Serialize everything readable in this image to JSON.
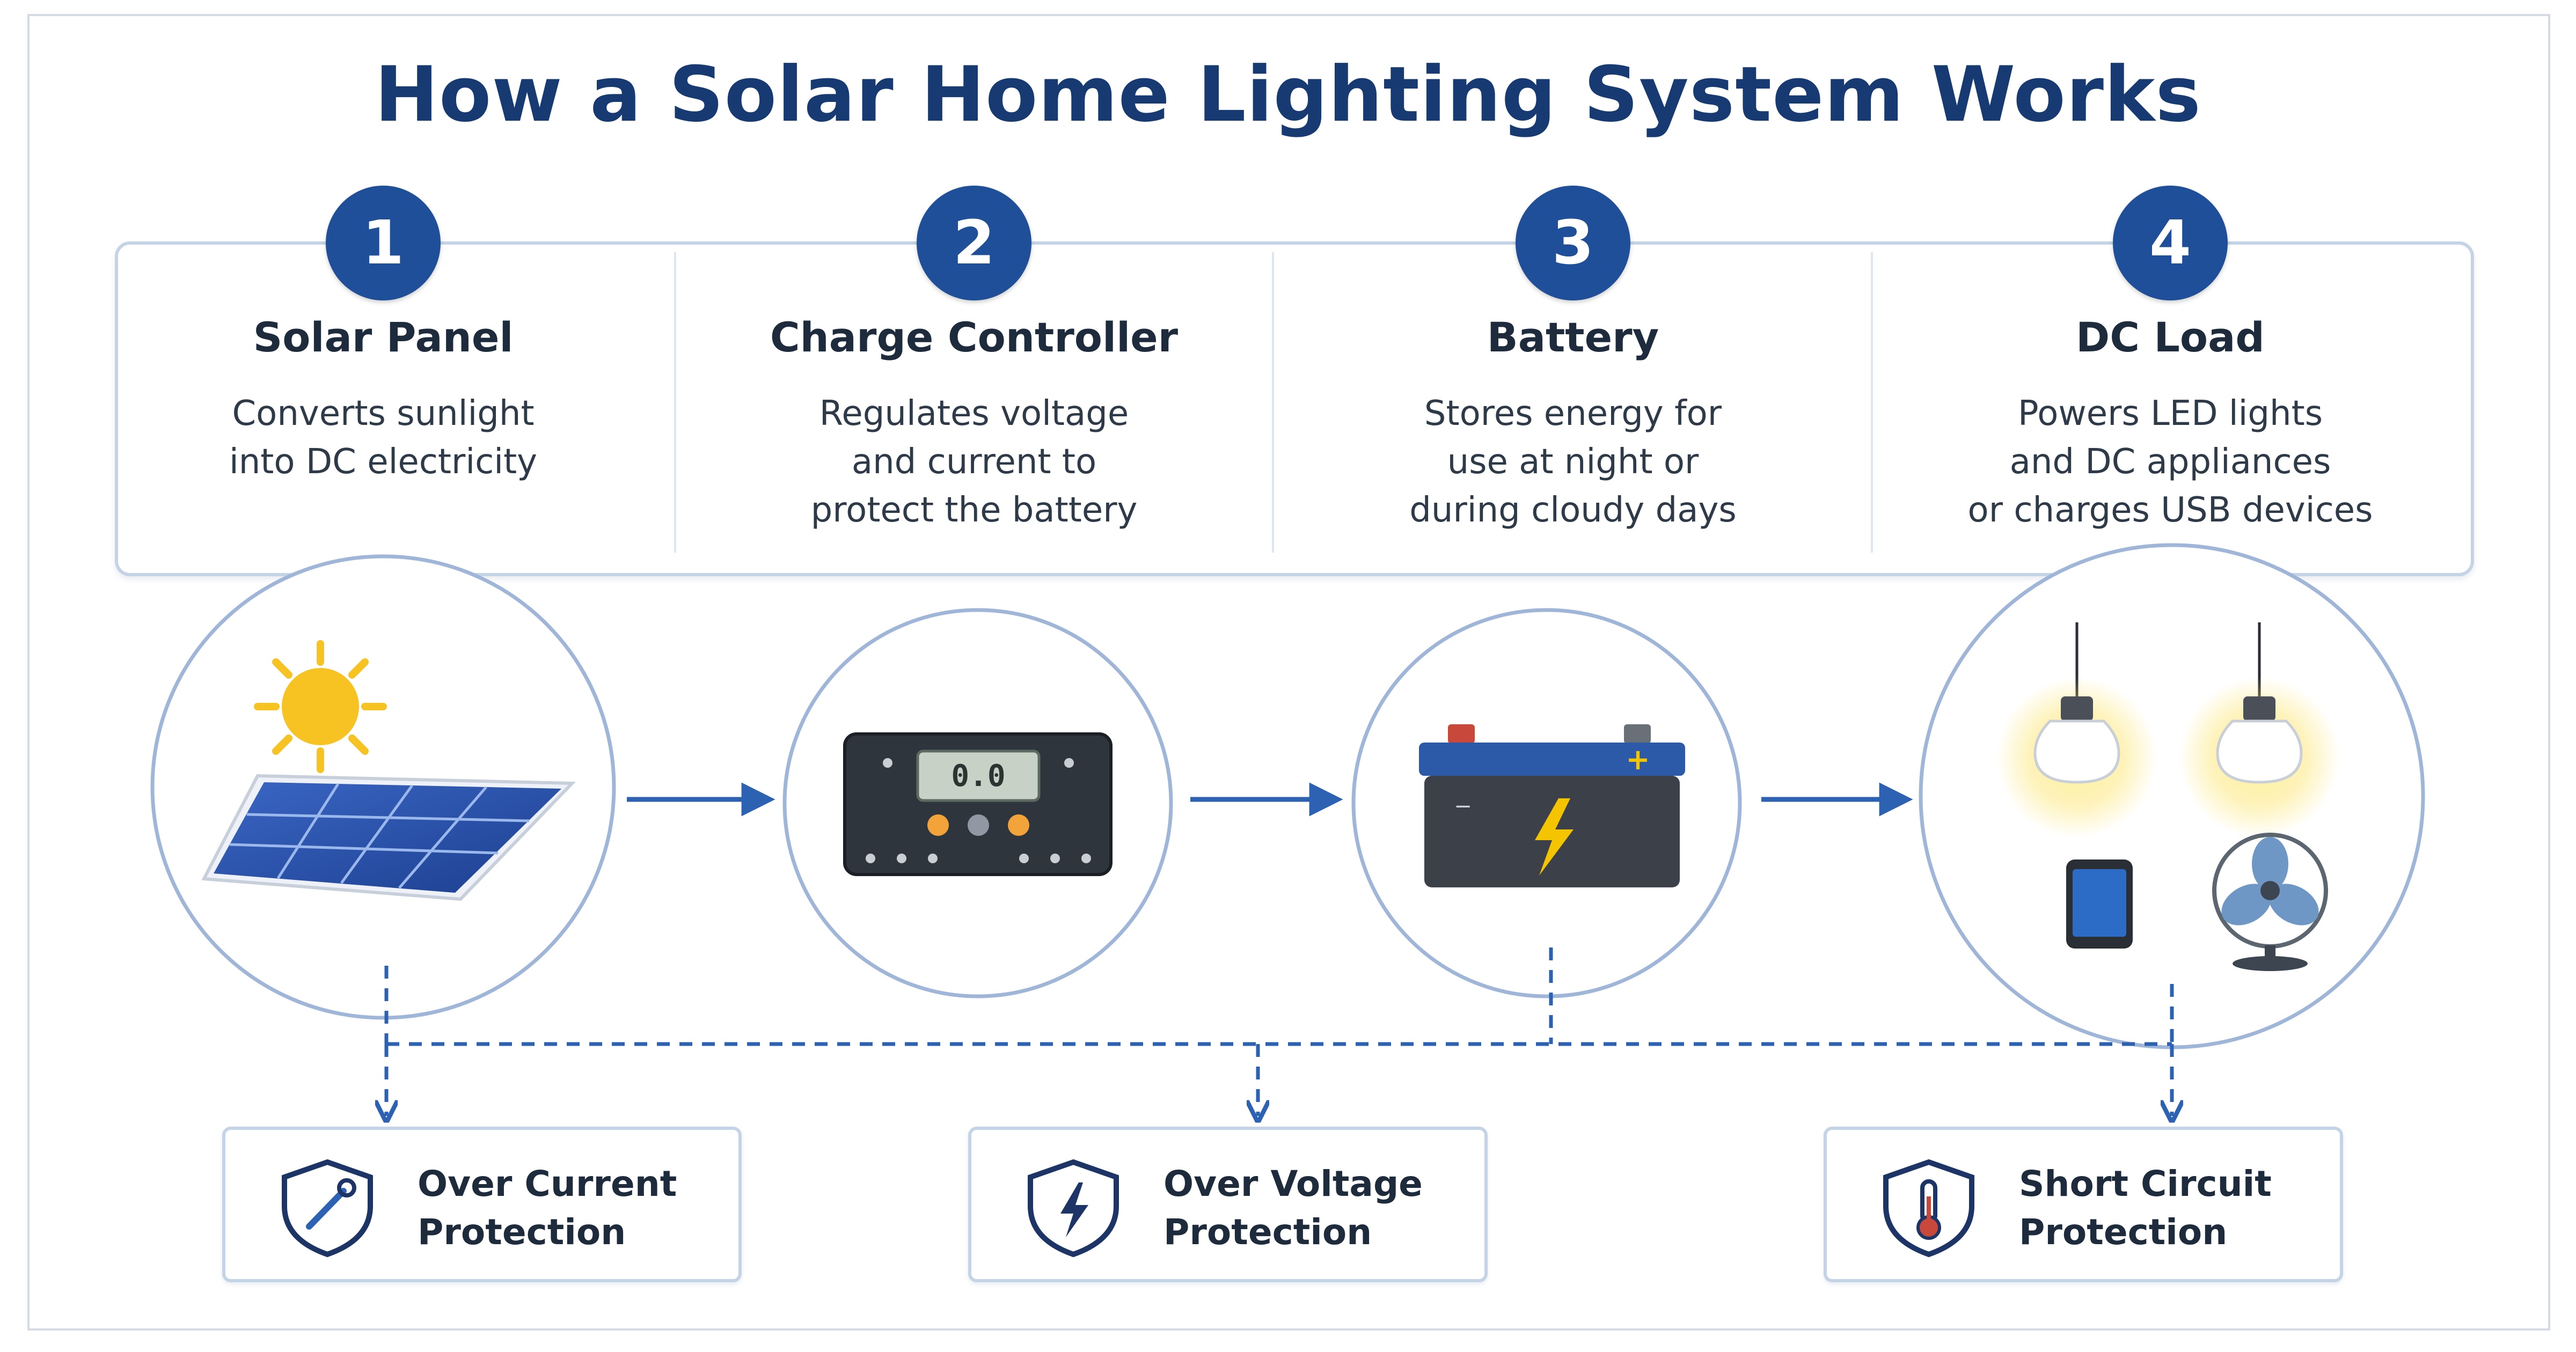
{
  "title": "How a Solar Home Lighting System Works",
  "steps": [
    {
      "number": "1",
      "title": "Solar Panel",
      "description_lines": [
        "Converts sunlight",
        "into DC electricity"
      ]
    },
    {
      "number": "2",
      "title": "Charge Controller",
      "description_lines": [
        "Regulates voltage",
        "and current to",
        "protect the battery"
      ]
    },
    {
      "number": "3",
      "title": "Battery",
      "description_lines": [
        "Stores energy for",
        "use at night or",
        "during cloudy days"
      ]
    },
    {
      "number": "4",
      "title": "DC Load",
      "description_lines": [
        "Powers LED lights",
        "and DC appliances",
        "or charges USB devices"
      ]
    }
  ],
  "controller_display": "0.0",
  "protections": [
    {
      "icon": "shield-wrench-icon",
      "lines": [
        "Over Current",
        "Protection"
      ]
    },
    {
      "icon": "shield-bolt-icon",
      "lines": [
        "Over Voltage",
        "Protection"
      ]
    },
    {
      "icon": "shield-thermometer-icon",
      "lines": [
        "Short Circuit",
        "Protection"
      ]
    }
  ],
  "colors": {
    "title": "#173a73",
    "badge": "#1f4f98",
    "arrow": "#2d62b3",
    "panel_border": "#c5d3e6",
    "sun": "#f6c322",
    "battery_body": "#3b4049",
    "battery_top": "#2c5aa8",
    "bolt": "#f5c400"
  }
}
